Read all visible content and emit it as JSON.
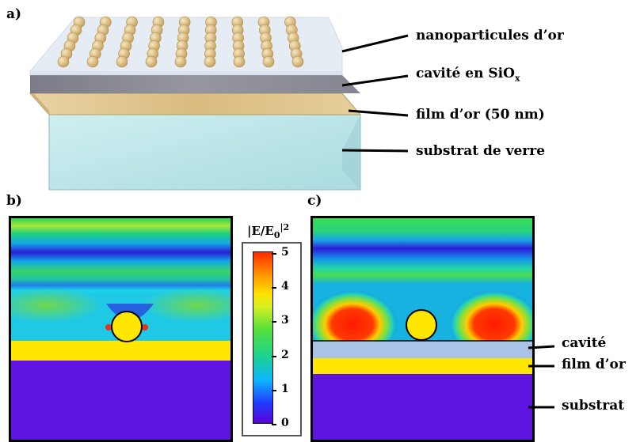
{
  "panel_labels": {
    "a": "a)",
    "b": "b)",
    "c": "c)"
  },
  "device_layers": {
    "nanoparticles": "nanoparticules d’or",
    "cavity_main": "cavité en SiO",
    "cavity_sub": "x",
    "gold_film": "film d’or (50 nm)",
    "substrate": "substrat de verre"
  },
  "colorbar": {
    "label_main": "|E/E",
    "label_sub": "0",
    "label_sup": "|2",
    "ticks": [
      "5",
      "4",
      "3",
      "2",
      "1",
      "0"
    ],
    "min": 0,
    "max": 5
  },
  "panel_c_labels": {
    "cavity": "cavité",
    "gold_film": "film d’or",
    "substrate": "substrat"
  },
  "colors": {
    "gold_layer": "#ffe600",
    "substrate_field": "#5f14e0",
    "nanoparticle": "#ffe600"
  }
}
